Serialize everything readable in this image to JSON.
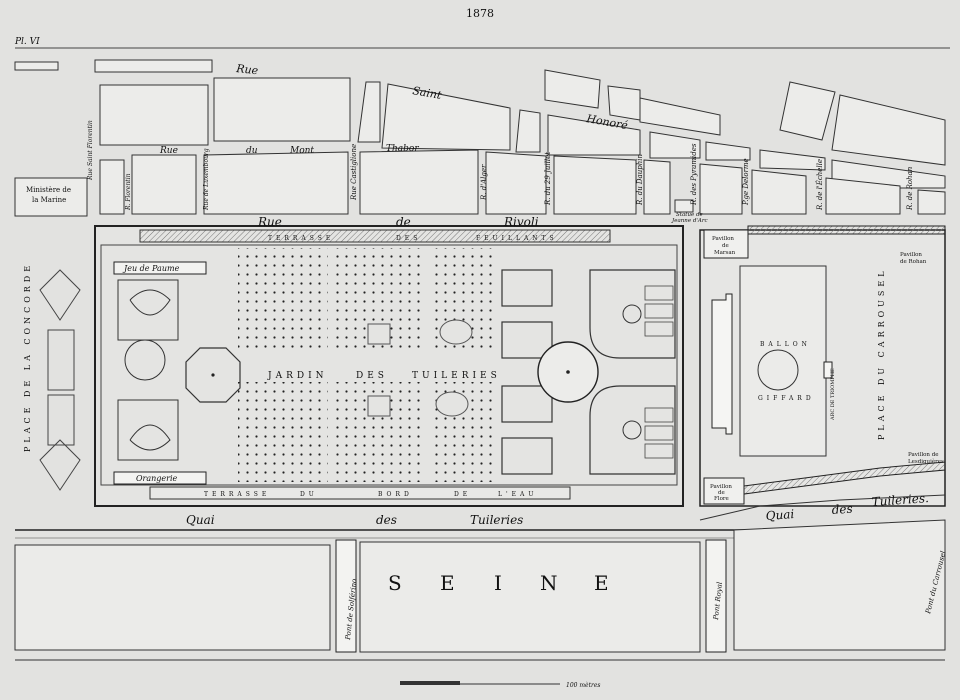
{
  "header": {
    "year": "1878",
    "plate": "Pl. VI"
  },
  "streets": {
    "rue_saint_honore": [
      "Rue",
      "Saint",
      "Honoré"
    ],
    "rue_du_mont_thabor": [
      "Rue",
      "du",
      "Mont",
      "Thabor"
    ],
    "rue_de_rivoli": [
      "Rue",
      "de",
      "Rivoli"
    ],
    "rue_saint_florentin": "Rue Saint Florentin",
    "rue_st_florentin_short": "R. Florentin",
    "rue_de_luxembourg": "Rue de Luxembourg",
    "rue_castiglione": "Rue Castiglione",
    "rue_d_alger": "R. d'Alger",
    "rue_du_29_juillet": "R. du 29 Juillet",
    "rue_du_dauphin": "R. du Dauphin",
    "rue_des_pyramides": "R. des Pyramides",
    "rue_delorme": "P.ge Delorme",
    "rue_de_l_echelle": "R. de l'Échelle",
    "rue_de_rohan": "R. de Rohan",
    "quai_des_tuileries_left": [
      "Quai",
      "des",
      "Tuileries"
    ],
    "quai_des_tuileries_right": [
      "Quai",
      "des",
      "Tuileries."
    ],
    "pont_de_solferino": "Pont de Solférino",
    "pont_royal": "Pont Royal",
    "pont_du_carrousel": "Pont du Carrousel"
  },
  "places": {
    "ministere": [
      "Ministère de",
      "la Marine"
    ],
    "place_concorde": "PLACE DE LA CONCORDE",
    "jeu_de_paume": "Jeu de Paume",
    "orangerie": "Orangerie",
    "terrasse_feuillants": [
      "TERRASSE",
      "DES",
      "FEUILLANTS"
    ],
    "terrasse_bord": [
      "TERRASSE",
      "DU",
      "BORD",
      "DE",
      "L'EAU"
    ],
    "jardin": [
      "JARDIN",
      "DES",
      "TUILERIES"
    ],
    "statue": [
      "Statue de",
      "Jeanne d'Arc"
    ],
    "pavillon_marsan": [
      "Pavillon",
      "de",
      "Marsan"
    ],
    "pavillon_rohan": [
      "Pavillon",
      "de Rohan"
    ],
    "pavillon_flore": [
      "Pavillon",
      "de",
      "Flore"
    ],
    "pavillon_lesdiguieres": [
      "Pavillon de",
      "Lesdiguières"
    ],
    "ballon": [
      "BALLON",
      "GIFFARD"
    ],
    "arc_triomphe": "ARC DE TRIOMPHE",
    "place_carrousel": "PLACE DU CARROUSEL",
    "seine": [
      "S",
      "E",
      "I",
      "N",
      "E"
    ]
  },
  "footer": {
    "scale_note": "100 mètres"
  }
}
